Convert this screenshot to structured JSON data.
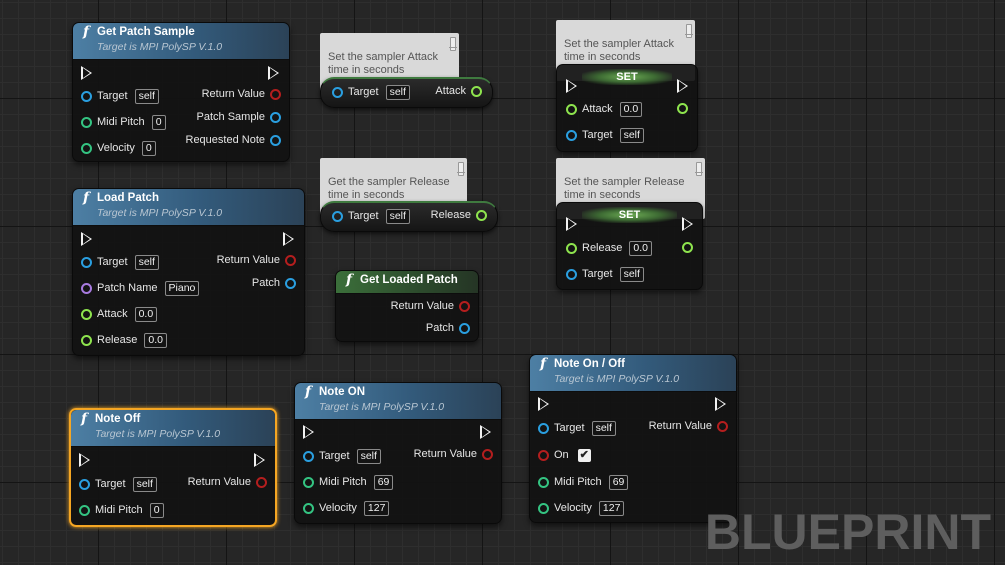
{
  "nodes": {
    "get_patch_sample": {
      "title": "Get Patch Sample",
      "subtitle": "Target is MPI PolySP V.1.0",
      "target_label": "Target",
      "target_value": "self",
      "midi_label": "Midi Pitch",
      "midi_value": "0",
      "velocity_label": "Velocity",
      "velocity_value": "0",
      "return_label": "Return Value",
      "patch_sample_label": "Patch Sample",
      "requested_note_label": "Requested Note"
    },
    "load_patch": {
      "title": "Load Patch",
      "subtitle": "Target is MPI PolySP V.1.0",
      "target_label": "Target",
      "target_value": "self",
      "patch_name_label": "Patch Name",
      "patch_name_value": "Piano",
      "attack_label": "Attack",
      "attack_value": "0.0",
      "release_label": "Release",
      "release_value": "0.0",
      "return_label": "Return Value",
      "patch_label": "Patch"
    },
    "note_off": {
      "title": "Note Off",
      "subtitle": "Target is MPI PolySP V.1.0",
      "target_label": "Target",
      "target_value": "self",
      "midi_label": "Midi Pitch",
      "midi_value": "0",
      "return_label": "Return Value"
    },
    "get_attack": {
      "comment": "Set the sampler Attack\ntime in seconds",
      "target_label": "Target",
      "target_value": "self",
      "output_label": "Attack"
    },
    "get_release": {
      "comment": "Get the sampler Release\ntime in seconds",
      "target_label": "Target",
      "target_value": "self",
      "output_label": "Release"
    },
    "get_loaded_patch": {
      "title": "Get Loaded Patch",
      "return_label": "Return Value",
      "patch_label": "Patch"
    },
    "note_on": {
      "title": "Note ON",
      "subtitle": "Target is MPI PolySP V.1.0",
      "target_label": "Target",
      "target_value": "self",
      "midi_label": "Midi Pitch",
      "midi_value": "69",
      "velocity_label": "Velocity",
      "velocity_value": "127",
      "return_label": "Return Value"
    },
    "set_attack": {
      "comment": "Set the sampler Attack\ntime in seconds",
      "title": "SET",
      "attack_label": "Attack",
      "attack_value": "0.0",
      "target_label": "Target",
      "target_value": "self"
    },
    "set_release": {
      "comment": "Set the sampler Release\ntime in seconds",
      "title": "SET",
      "release_label": "Release",
      "release_value": "0.0",
      "target_label": "Target",
      "target_value": "self"
    },
    "note_on_off": {
      "title": "Note On / Off",
      "subtitle": "Target is MPI PolySP V.1.0",
      "target_label": "Target",
      "target_value": "self",
      "on_label": "On",
      "on_checked": true,
      "midi_label": "Midi Pitch",
      "midi_value": "69",
      "velocity_label": "Velocity",
      "velocity_value": "127",
      "return_label": "Return Value"
    }
  },
  "watermark": "BLUEPRINT",
  "colors": {
    "background": "#262626",
    "function_header": "#4d7fa4",
    "pure_header": "#3b6f3a",
    "selected_outline": "#f5a623",
    "object_pin": "#2a9fe0",
    "int_pin": "#34c482",
    "string_pin": "#a87be0",
    "float_pin": "#8ee44e",
    "bool_pin": "#b41e1e"
  },
  "icons": [
    "function-icon",
    "exec-pin-icon",
    "data-pin-icon",
    "checkbox-icon",
    "comment-pin-icon"
  ]
}
